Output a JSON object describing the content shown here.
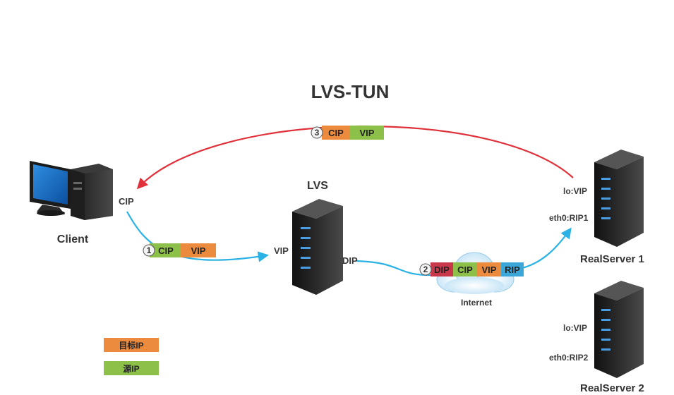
{
  "title": "LVS-TUN",
  "colors": {
    "target_ip": "#ec8a3e",
    "source_ip": "#8dc049",
    "dip": "#c8374a",
    "rip": "#3aa7d8",
    "response_arrow": "#e0303a",
    "request_arrow": "#2bb2e4"
  },
  "nodes": {
    "client": {
      "label": "Client",
      "ip": "CIP"
    },
    "lvs": {
      "label": "LVS",
      "vip": "VIP",
      "dip": "DIP"
    },
    "internet": {
      "label": "Internet"
    },
    "rs1": {
      "label": "RealServer  1",
      "lo": "lo:VIP",
      "eth0": "eth0:RIP1"
    },
    "rs2": {
      "label": "RealServer  2",
      "lo": "lo:VIP",
      "eth0": "eth0:RIP2"
    }
  },
  "packets": {
    "p1": {
      "num": "1",
      "fields": [
        "CIP",
        "VIP"
      ]
    },
    "p2": {
      "num": "2",
      "fields": [
        "DIP",
        "CIP",
        "VIP",
        "RIP"
      ]
    },
    "p3": {
      "num": "3",
      "fields": [
        "CIP",
        "VIP"
      ]
    }
  },
  "legend": {
    "target": "目标IP",
    "source": "源IP"
  }
}
